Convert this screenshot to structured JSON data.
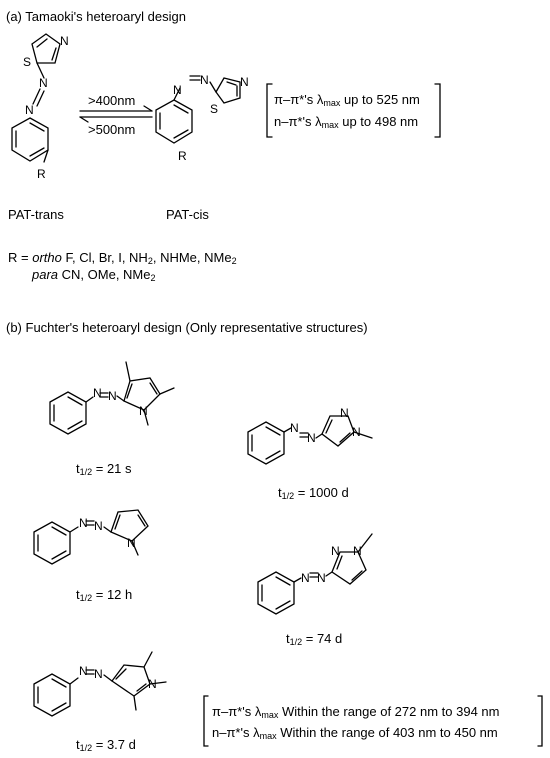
{
  "section_a": {
    "title": "(a) Tamaoki's heteroaryl design",
    "forward_condition": ">400nm",
    "reverse_condition": ">500nm",
    "trans_label": "PAT-trans",
    "cis_label": "PAT-cis",
    "props": {
      "pi_prefix": "π–π*'s λ",
      "pi_sub": "max",
      "pi_suffix": " up to 525 nm",
      "n_prefix": "n–π*'s λ",
      "n_sub": "max",
      "n_suffix": " up to 498 nm"
    },
    "substituents": {
      "r_prefix": "R = ",
      "ortho_word": "ortho",
      "ortho_list_a": " F, Cl, Br, I, NH",
      "ortho_sub_a": "2",
      "ortho_list_b": ", NHMe, NMe",
      "ortho_sub_b": "2",
      "para_word": "para",
      "para_list": " CN, OMe, NMe",
      "para_sub": "2"
    }
  },
  "section_b": {
    "title": "(b) Fuchter's heteroaryl design (Only representative structures)",
    "halflife_prefix": "t",
    "halflife_sub": "1/2",
    "compounds": [
      {
        "halflife": " = 21 s"
      },
      {
        "halflife": " = 1000 d"
      },
      {
        "halflife": " = 12 h"
      },
      {
        "halflife": " = 74 d"
      },
      {
        "halflife": " = 3.7 d"
      }
    ],
    "props": {
      "pi_prefix": "π–π*'s λ",
      "pi_sub": "max",
      "pi_suffix": " Within the range of 272 nm to 394 nm",
      "n_prefix": "n–π*'s λ",
      "n_sub": "max",
      "n_suffix": " Within the range of 403 nm to 450 nm"
    }
  },
  "atoms": {
    "N": "N",
    "S": "S",
    "R": "R"
  }
}
